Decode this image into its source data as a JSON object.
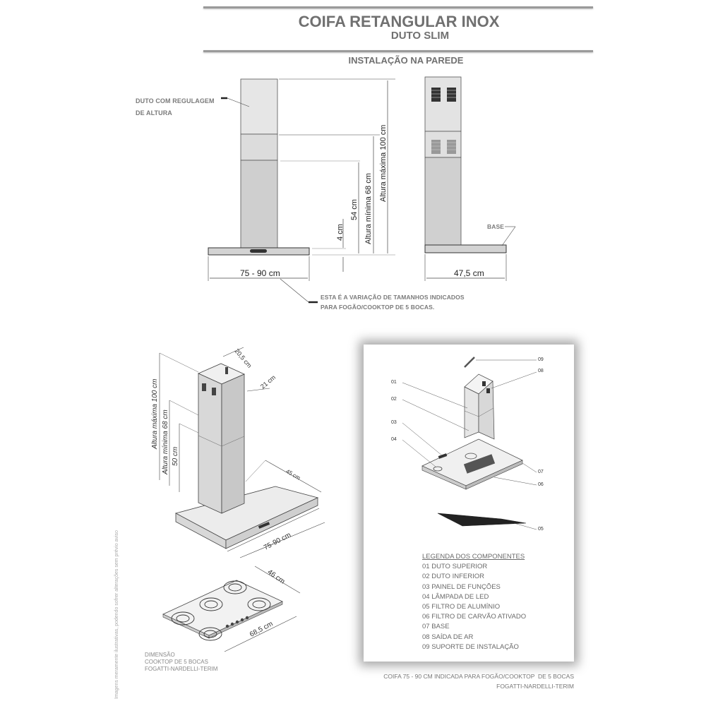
{
  "header": {
    "title": "COIFA RETANGULAR INOX",
    "subtitle": "DUTO SLIM",
    "section": "INSTALAÇÃO NA PAREDE"
  },
  "front_view": {
    "duct_label_line1": "DUTO COM REGULAGEM",
    "duct_label_line2": "DE ALTURA",
    "dim_width": "75 - 90 cm",
    "dim_4cm": "4 cm",
    "dim_54cm": "54 cm",
    "dim_min": "Altura mínima 68 cm",
    "dim_max": "Altura máxima 100 cm",
    "note_line1": "ESTA É A VARIAÇÃO DE TAMANHOS INDICADOS",
    "note_line2": "PARA FOGÃO/COOKTOP DE 5 BOCAS."
  },
  "side_view": {
    "base_label": "BASE",
    "dim_depth": "47,5 cm"
  },
  "iso_view": {
    "dim_max": "Altura máxima 100 cm",
    "dim_min": "Altura mínima 68 cm",
    "dim_50": "50 cm",
    "dim_top_w": "20,5 cm",
    "dim_top_d": "21 cm",
    "dim_depth": "45 cm",
    "dim_width": "75-90 cm"
  },
  "cooktop": {
    "dim_depth": "46 cm",
    "dim_width": "68,5 cm",
    "caption_line1": "DIMENSÃO",
    "caption_line2": "COOKTOP DE 5 BOCAS",
    "caption_line3": "FOGATTI-NARDELLI-TERIM"
  },
  "disclaimer": "Imagens meramente ilustrativas, podendo sofrer alterações sem prévio aviso",
  "exploded_view": {
    "callouts": [
      "01",
      "02",
      "03",
      "04",
      "05",
      "06",
      "07",
      "08",
      "09"
    ]
  },
  "legend": {
    "title": "LEGENDA DOS COMPONENTES",
    "items": [
      "01 DUTO SUPERIOR",
      "02 DUTO INFERIOR",
      "03 PAINEL DE FUNÇÕES",
      "04 LÂMPADA DE LED",
      "05 FILTRO DE ALUMÍNIO",
      "06 FILTRO DE CARVÃO ATIVADO",
      "07 BASE",
      "08 SAÍDA DE AR",
      "09 SUPORTE DE INSTALAÇÃO"
    ]
  },
  "footer": {
    "line1": "COIFA 75 - 90 CM INDICADA PARA FOGÃO/COOKTOP  DE 5 BOCAS",
    "line2": "FOGATTI-NARDELLI-TERIM"
  }
}
